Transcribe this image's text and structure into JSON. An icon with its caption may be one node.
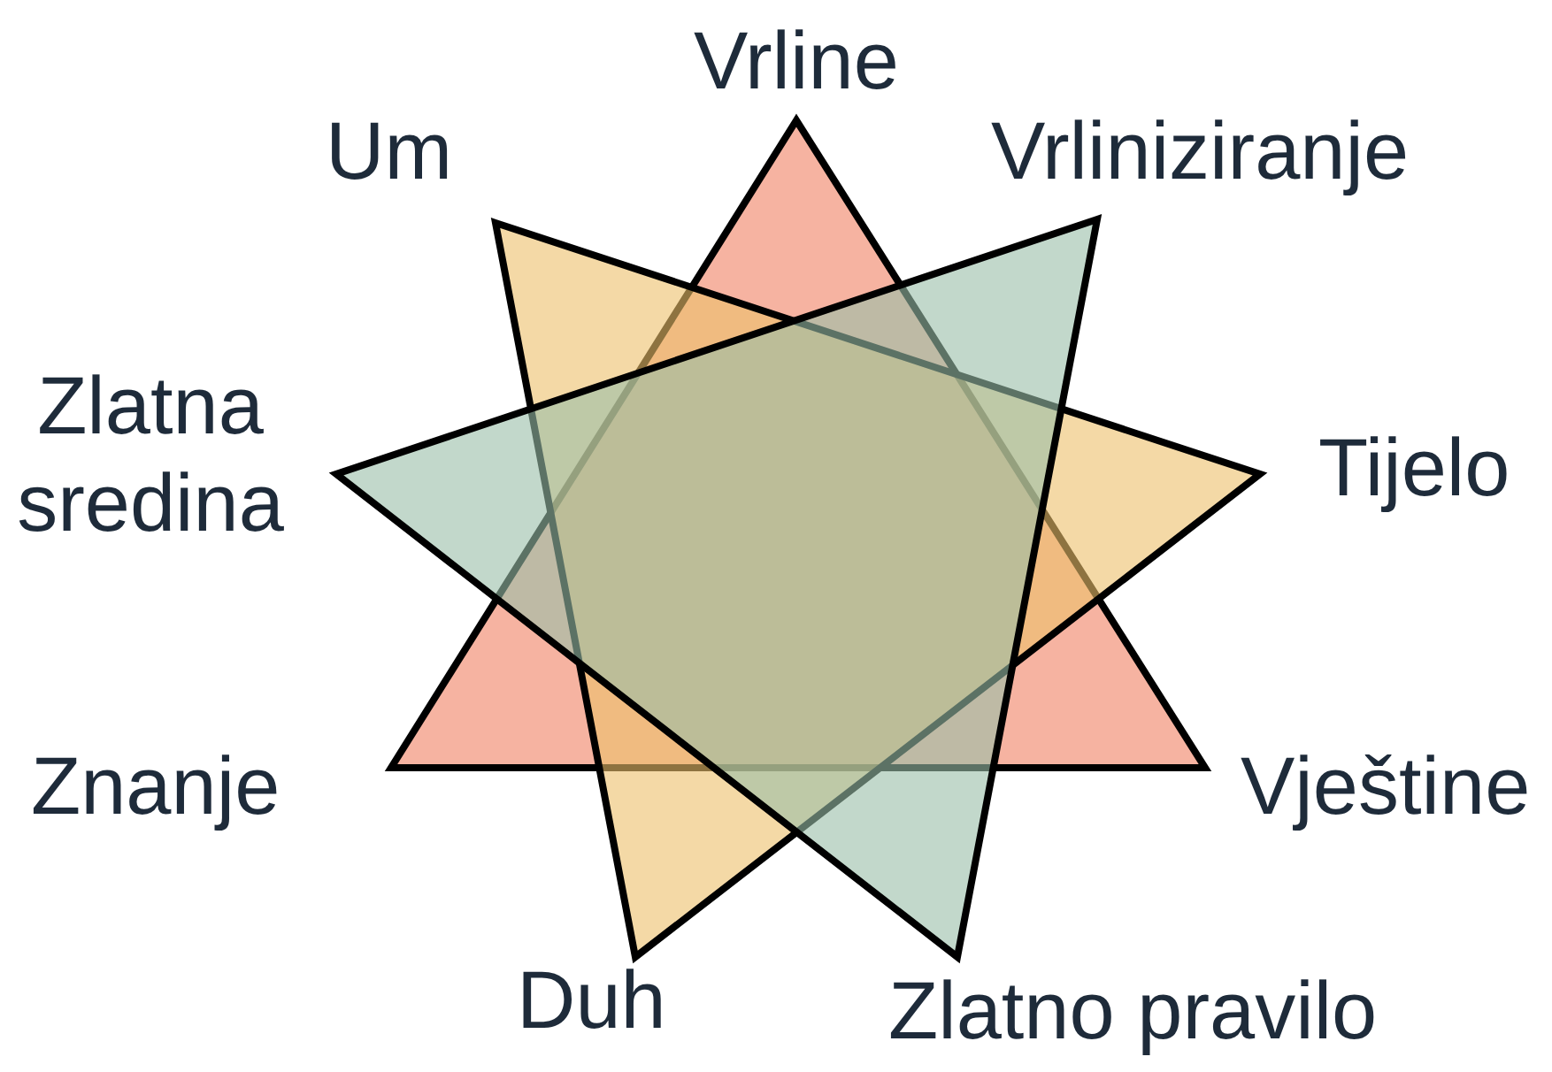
{
  "diagram": {
    "nodes": [
      {
        "text": [],
        "shape": "triangle"
      },
      {
        "text": [],
        "shape": "triangle"
      },
      {
        "text": [],
        "shape": "triangle"
      }
    ],
    "labels": [
      "Vrline",
      "Um",
      "Vrliniziranje",
      "Zlatna sredina",
      "Tijelo",
      "Znanje",
      "Vještine",
      "Duh",
      "Zlatno pravilo"
    ]
  }
}
